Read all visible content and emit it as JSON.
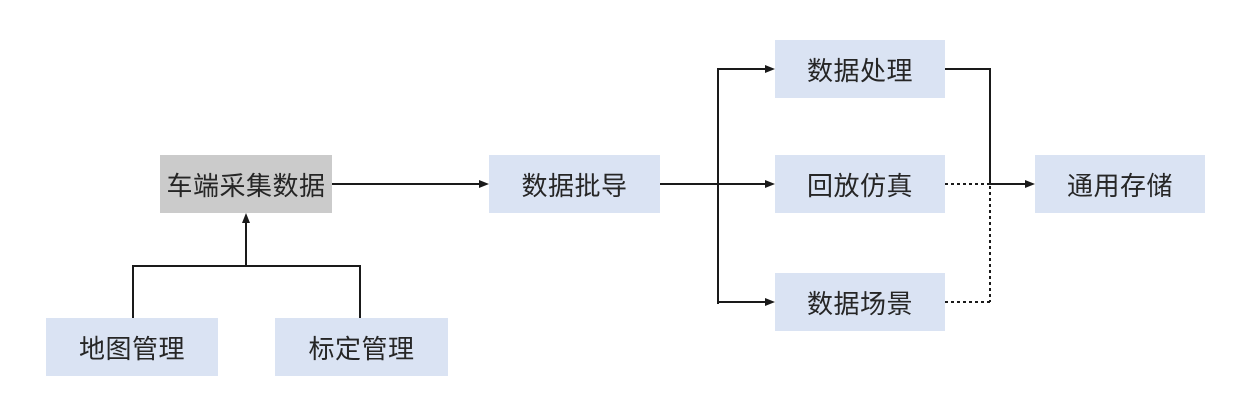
{
  "diagram": {
    "nodes": {
      "vehicle_collected_data": {
        "label": "车端采集数据",
        "fill": "gray"
      },
      "data_batch_import": {
        "label": "数据批导",
        "fill": "blue"
      },
      "data_processing": {
        "label": "数据处理",
        "fill": "blue"
      },
      "playback_simulation": {
        "label": "回放仿真",
        "fill": "blue"
      },
      "data_scenario": {
        "label": "数据场景",
        "fill": "blue"
      },
      "general_storage": {
        "label": "通用存储",
        "fill": "blue"
      },
      "map_management": {
        "label": "地图管理",
        "fill": "blue"
      },
      "calibration_management": {
        "label": "标定管理",
        "fill": "blue"
      }
    },
    "edges": [
      {
        "from": "车端采集数据",
        "to": "数据批导",
        "line": "solid",
        "arrow": true
      },
      {
        "from": "数据批导",
        "to": "数据处理",
        "line": "solid",
        "arrow": true
      },
      {
        "from": "数据批导",
        "to": "回放仿真",
        "line": "solid",
        "arrow": true
      },
      {
        "from": "数据批导",
        "to": "数据场景",
        "line": "solid",
        "arrow": true
      },
      {
        "from": "数据处理",
        "to": "通用存储",
        "line": "solid",
        "arrow": true
      },
      {
        "from": "回放仿真",
        "to": "通用存储",
        "line": "dotted",
        "arrow": false
      },
      {
        "from": "数据场景",
        "to": "通用存储",
        "line": "dotted",
        "arrow": false
      },
      {
        "from": "地图管理",
        "to": "车端采集数据",
        "line": "solid",
        "arrow": true
      },
      {
        "from": "标定管理",
        "to": "车端采集数据",
        "line": "solid",
        "arrow": true
      }
    ],
    "colors": {
      "node_fill_blue": "#dae3f3",
      "node_fill_gray": "#cbcbcb",
      "connector": "#1a1a1a",
      "text": "#262626",
      "background": "#ffffff"
    }
  }
}
